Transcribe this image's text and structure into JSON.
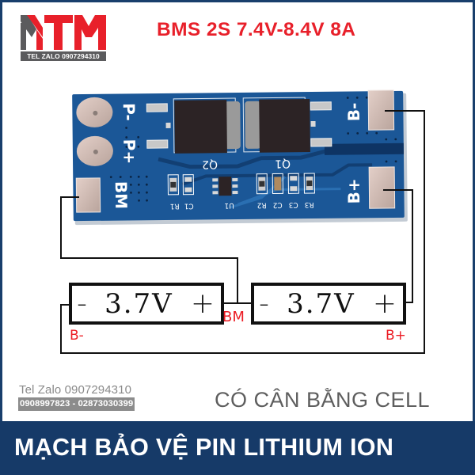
{
  "logo": {
    "text": "MTM",
    "tel_line": "TEL ZALO 0907294310",
    "colors": {
      "red": "#e8202a",
      "gray": "#5b5b5d"
    }
  },
  "headline": "BMS 2S 7.4V-8.4V 8A",
  "pcb": {
    "color": "#1b5797",
    "pads_left": [
      "P-",
      "P+",
      "BM"
    ],
    "pads_right": [
      "B-",
      "B+"
    ],
    "silkscreen": {
      "mosfets": [
        "Q2",
        "Q1"
      ],
      "ic": "U1",
      "components": [
        "R1",
        "C1",
        "R2",
        "C2",
        "C3",
        "R3"
      ]
    }
  },
  "diagram": {
    "cells": [
      {
        "minus": "-",
        "voltage": "3.7V",
        "plus": "+"
      },
      {
        "minus": "-",
        "voltage": "3.7V",
        "plus": "+"
      }
    ],
    "labels": {
      "b_minus": "B-",
      "bm": "BM",
      "b_plus": "B+"
    },
    "label_color": "#ec1c24"
  },
  "contact": {
    "tel_zalo": "Tel Zalo 0907294310",
    "phones": "0908997823 - 02873030399"
  },
  "feature": "CÓ CÂN BẰNG CELL",
  "banner": {
    "title": "MẠCH BẢO VỆ PIN LITHIUM ION",
    "color": "#163a68"
  }
}
